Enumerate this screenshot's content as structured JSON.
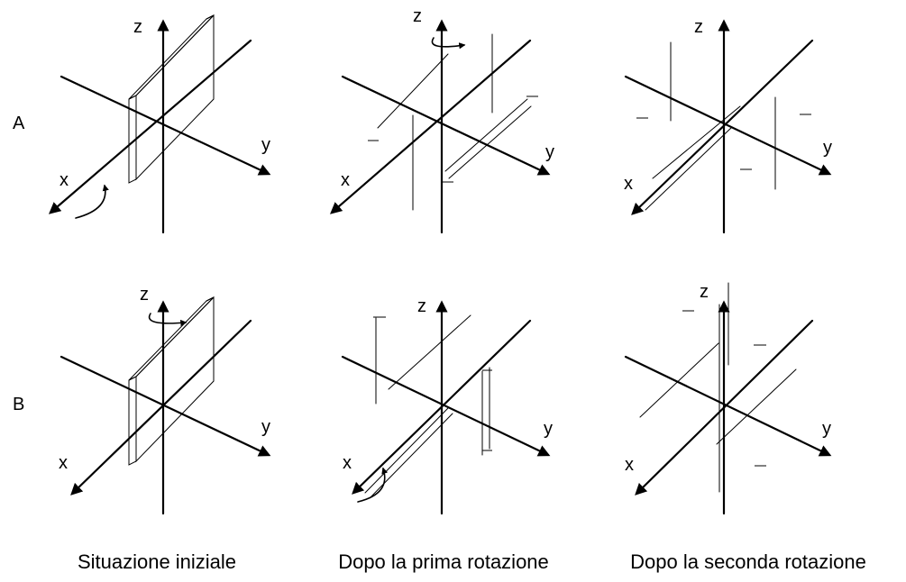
{
  "rows": [
    {
      "id": "A",
      "label": "A"
    },
    {
      "id": "B",
      "label": "B"
    }
  ],
  "axes": {
    "x": "x",
    "y": "y",
    "z": "z"
  },
  "captions": [
    "Situazione iniziale",
    "Dopo la prima rotazione",
    "Dopo la seconda rotazione"
  ]
}
